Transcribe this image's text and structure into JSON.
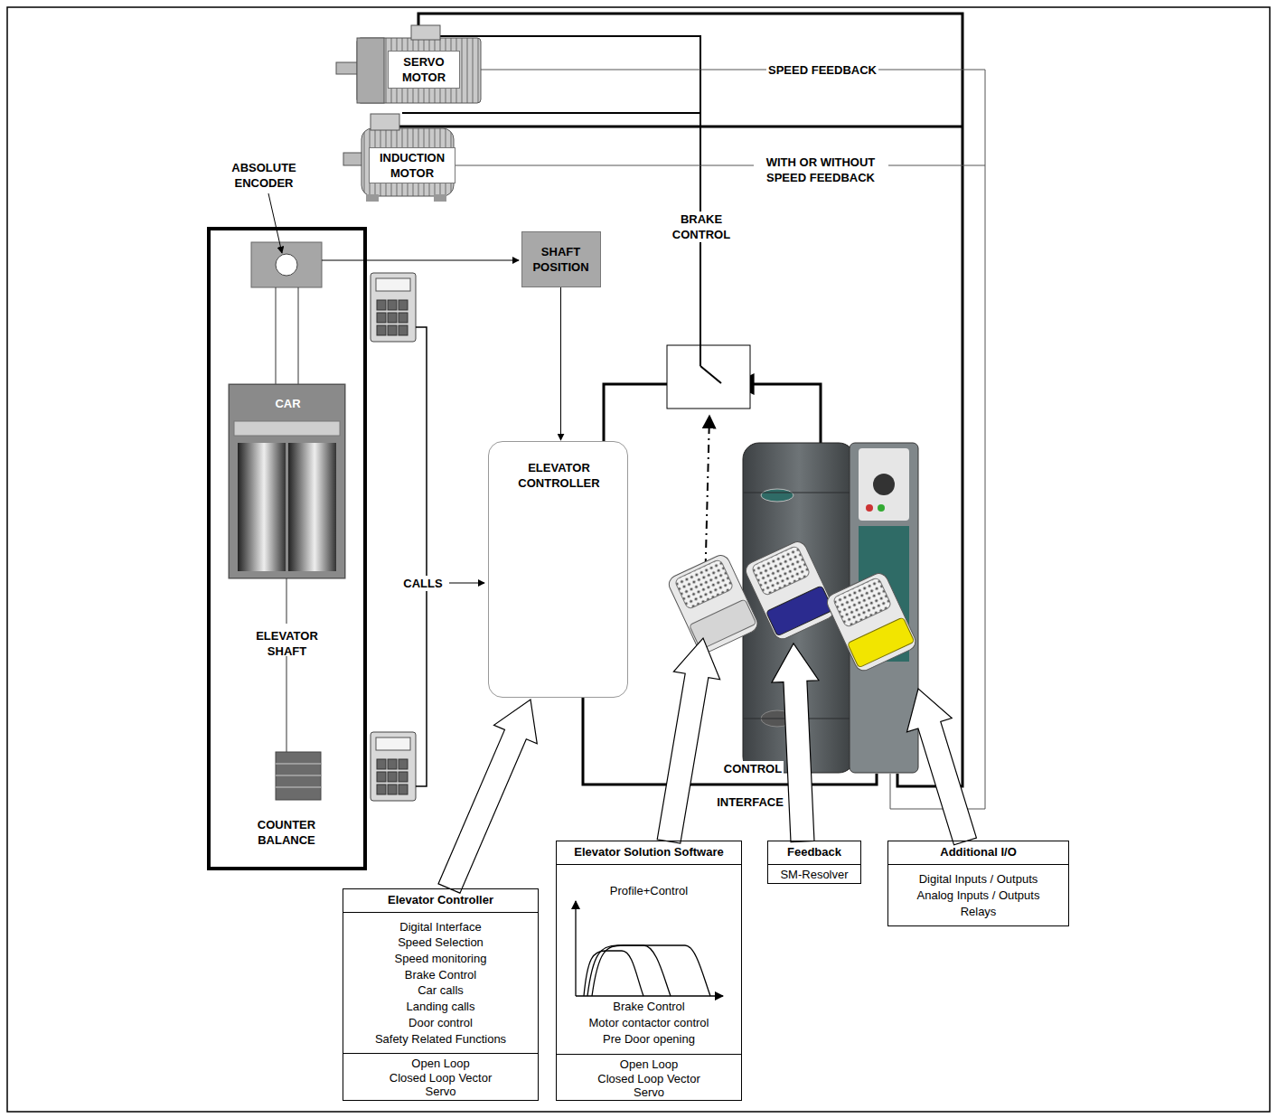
{
  "diagram": {
    "nodes": [
      {
        "text": [
          "SERVO MOTOR"
        ]
      },
      {
        "text": [
          "INDUCTION MOTOR"
        ]
      },
      {
        "text": [
          "ELEVATOR SHAFT"
        ]
      },
      {
        "text": [
          "CAR"
        ],
        "in": 2
      },
      {
        "text": [
          "SHAFT POSITION"
        ]
      },
      {
        "text": [
          "ELEVATOR CONTROLLER"
        ]
      },
      {
        "text": [
          "Elevator Solution Software",
          "Profile+Control",
          "Brake Control",
          "Motor contactor control",
          "Pre Door opening",
          "Open Loop",
          "Closed Loop Vector",
          "Servo"
        ]
      },
      {
        "text": [
          "Feedback",
          "SM-Resolver"
        ]
      },
      {
        "text": [
          "Additional I/O",
          "Digital Inputs / Outputs",
          "Analog Inputs / Outputs",
          "Relays"
        ]
      },
      {
        "text": [
          "Elevator Controller",
          "Digital Interface",
          "Speed Selection",
          "Speed monitoring",
          "Brake Control",
          "Car calls",
          "Landing calls",
          "Door control",
          "Safety Related Functions",
          "Open Loop",
          "Closed Loop Vector",
          "Servo"
        ]
      }
    ],
    "edges": [
      {
        "from": 4,
        "to": 5,
        "arrow": "to"
      },
      {
        "from": 9,
        "to": 5,
        "arrow": "to"
      }
    ],
    "labels": [
      "ABSOLUTE ENCODER",
      "SPEED FEEDBACK",
      "WITH OR WITHOUT SPEED FEEDBACK",
      "BRAKE CONTROL",
      "CALLS",
      "COUNTER BALANCE",
      "CONTROL",
      "INTERFACE"
    ]
  }
}
